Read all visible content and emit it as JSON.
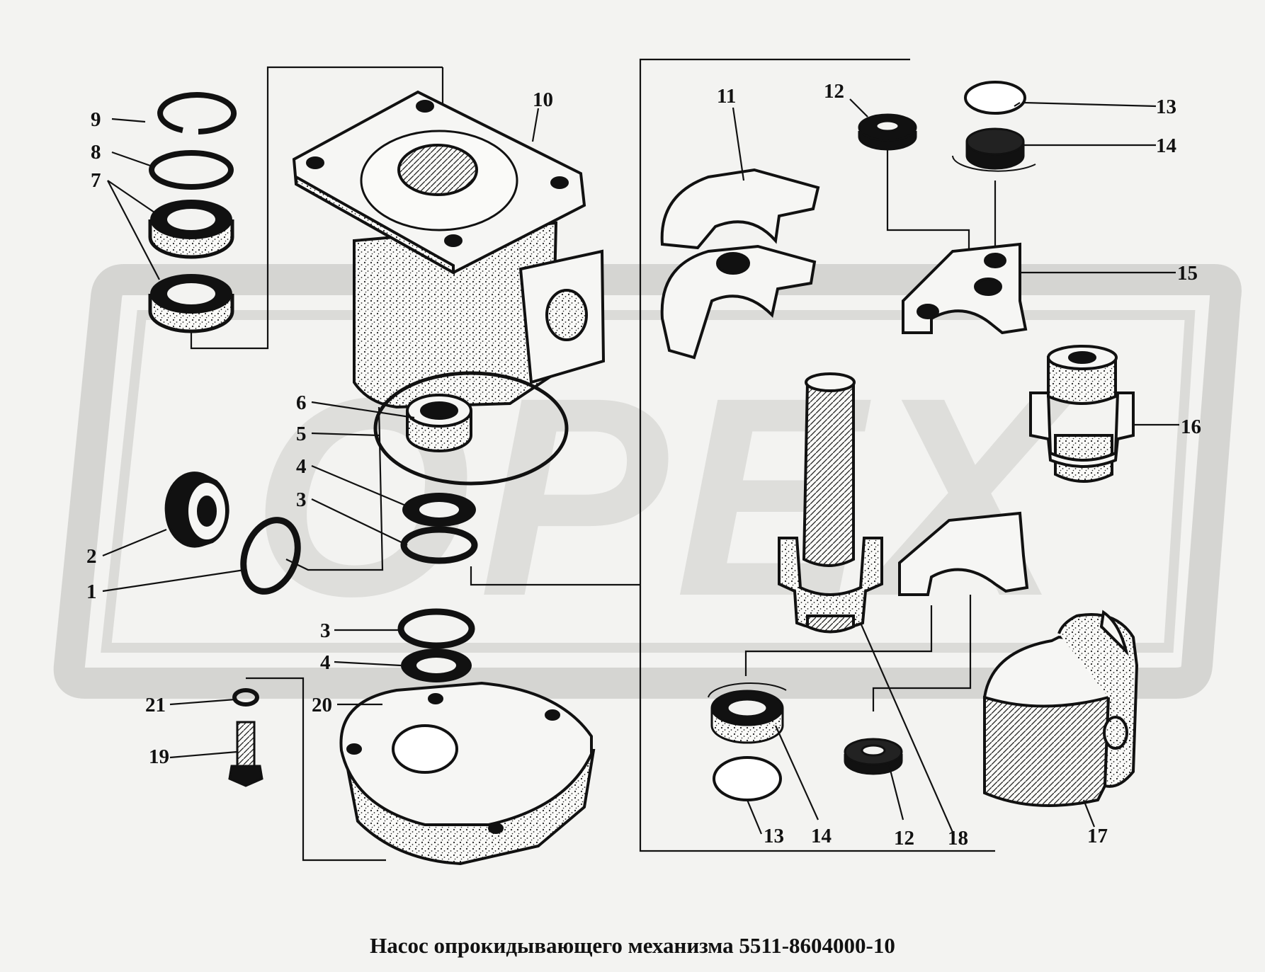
{
  "caption": "Насос опрокидывающего механизма 5511-8604000-10",
  "watermark": "OPEX",
  "colors": {
    "background": "#f3f3f1",
    "ink": "#111111",
    "watermark": "#d2d2cf"
  },
  "labels": [
    {
      "id": "1",
      "text": "1"
    },
    {
      "id": "2",
      "text": "2"
    },
    {
      "id": "3a",
      "text": "3"
    },
    {
      "id": "3b",
      "text": "3"
    },
    {
      "id": "4a",
      "text": "4"
    },
    {
      "id": "4b",
      "text": "4"
    },
    {
      "id": "5",
      "text": "5"
    },
    {
      "id": "6",
      "text": "6"
    },
    {
      "id": "7",
      "text": "7"
    },
    {
      "id": "8",
      "text": "8"
    },
    {
      "id": "9",
      "text": "9"
    },
    {
      "id": "10",
      "text": "10"
    },
    {
      "id": "11",
      "text": "11"
    },
    {
      "id": "12a",
      "text": "12"
    },
    {
      "id": "12b",
      "text": "12"
    },
    {
      "id": "13a",
      "text": "13"
    },
    {
      "id": "13b",
      "text": "13"
    },
    {
      "id": "14a",
      "text": "14"
    },
    {
      "id": "14b",
      "text": "14"
    },
    {
      "id": "15",
      "text": "15"
    },
    {
      "id": "16",
      "text": "16"
    },
    {
      "id": "17",
      "text": "17"
    },
    {
      "id": "18",
      "text": "18"
    },
    {
      "id": "19",
      "text": "19"
    },
    {
      "id": "20",
      "text": "20"
    },
    {
      "id": "21",
      "text": "21"
    }
  ]
}
